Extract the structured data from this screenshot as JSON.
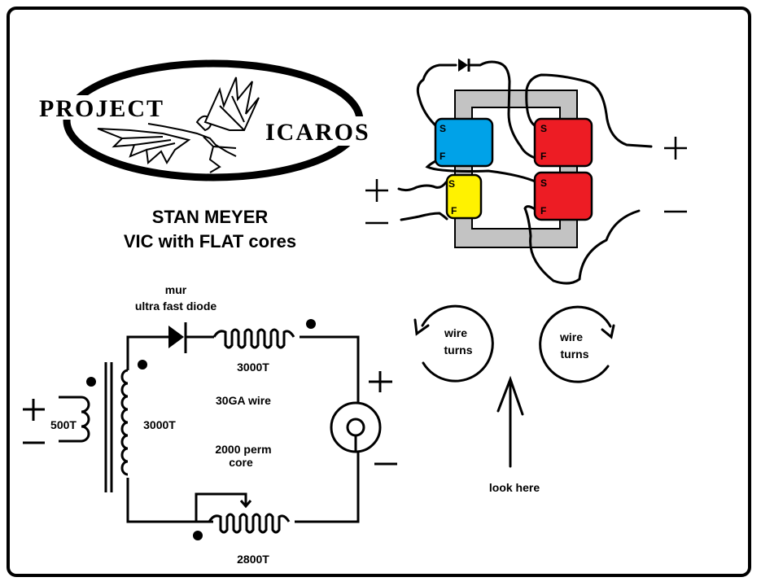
{
  "logo": {
    "word1": "PROJECT",
    "word2": "ICAROS"
  },
  "title": {
    "line1": "STAN MEYER",
    "line2": "VIC with FLAT cores"
  },
  "core_diagram": {
    "core_color": "#c3c3c3",
    "coils": [
      {
        "name": "primary-coil",
        "color": "#00a2e8",
        "start": "S",
        "finish": "F"
      },
      {
        "name": "secondary-coil-yellow",
        "color": "#fff200",
        "start": "S",
        "finish": "F"
      },
      {
        "name": "choke-coil-upper",
        "color": "#ed1c24",
        "start": "S",
        "finish": "F"
      },
      {
        "name": "choke-coil-lower",
        "color": "#ed1c24",
        "start": "S",
        "finish": "F"
      }
    ],
    "input_plus": "+",
    "input_minus": "—",
    "output_plus": "+",
    "output_minus": "—"
  },
  "schematic": {
    "diode_label_line1": "mur",
    "diode_label_line2": "ultra fast diode",
    "top_choke_turns": "3000T",
    "primary_turns": "500T",
    "secondary_turns": "3000T",
    "wire_gauge": "30GA wire",
    "core_line1": "2000 perm",
    "core_line2": "core",
    "bottom_choke_turns": "2800T",
    "input_plus": "+",
    "input_minus": "—",
    "cell_plus": "+",
    "cell_minus": "—"
  },
  "winding_direction": {
    "left_line1": "wire",
    "left_line2": "turns",
    "right_line1": "wire",
    "right_line2": "turns",
    "pointer_label": "look here"
  }
}
